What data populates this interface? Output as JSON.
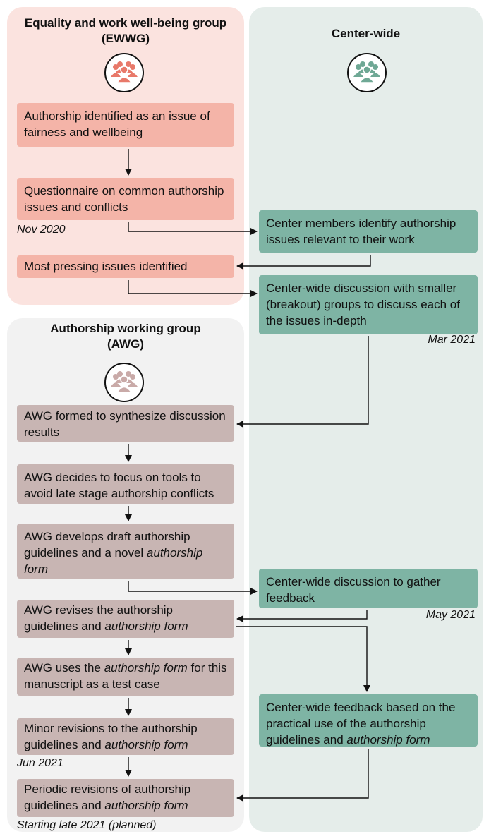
{
  "ewwg": {
    "heading_line1": "Equality and work well-being group",
    "heading_line2": "(EWWG)",
    "icon": "people-group-icon",
    "icon_color": "#e8796a",
    "steps": [
      {
        "text": "Authorship identified as an issue of fairness and wellbeing"
      },
      {
        "text": "Questionnaire on common authorship issues and conflicts",
        "date": "Nov 2020"
      },
      {
        "text": "Most pressing issues identified"
      }
    ],
    "box_color": "#f4b4a8"
  },
  "center_wide": {
    "heading": "Center-wide",
    "icon": "people-group-icon",
    "icon_color": "#6fa895",
    "steps": [
      {
        "text": "Center members identify authorship issues relevant to their work"
      },
      {
        "text": "Center-wide discussion with smaller (breakout) groups to discuss each of the issues in-depth",
        "date": "Mar 2021"
      },
      {
        "text": "Center-wide discussion to gather feedback",
        "date": "May 2021"
      },
      {
        "text_before": "Center-wide feedback based on the practical use of the authorship guidelines and ",
        "text_italic": "authorship form"
      }
    ],
    "box_color": "#7eb4a4"
  },
  "awg": {
    "heading_line1": "Authorship working group",
    "heading_line2": "(AWG)",
    "icon": "people-group-icon",
    "icon_color": "#c9aaa8",
    "steps": [
      {
        "text": "AWG formed to synthesize discussion results"
      },
      {
        "text": "AWG decides to focus on tools to avoid late stage authorship conflicts"
      },
      {
        "text_before": "AWG develops draft authorship guidelines and a novel ",
        "text_italic": "authorship form"
      },
      {
        "text_before": "AWG revises the authorship guidelines and ",
        "text_italic": "authorship form"
      },
      {
        "text_before": "AWG uses the ",
        "text_italic": "authorship form",
        "text_after": " for this manuscript as a test case"
      },
      {
        "text_before": "Minor revisions to the authorship guidelines and ",
        "text_italic": "authorship form",
        "date": "Jun 2021"
      },
      {
        "text_before": "Periodic revisions of authorship guidelines and ",
        "text_italic": "authorship form",
        "date": "Starting late 2021 (planned)"
      }
    ],
    "box_color": "#c8b5b3"
  },
  "colors": {
    "ewwg_panel": "#fbe3df",
    "awg_panel": "#f2f2f2",
    "center_wide_panel": "#e5edea",
    "arrow": "#111111"
  }
}
